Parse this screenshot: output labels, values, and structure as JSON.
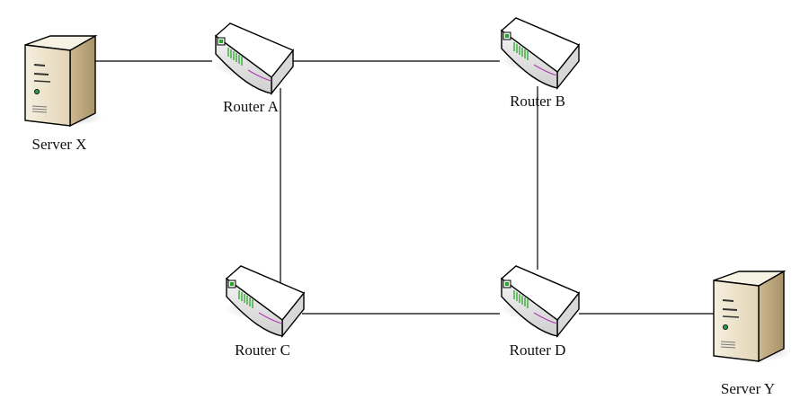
{
  "nodes": {
    "server_x": {
      "label": "Server X",
      "icon": "server-icon"
    },
    "server_y": {
      "label": "Server Y",
      "icon": "server-icon"
    },
    "router_a": {
      "label": "Router A",
      "icon": "router-icon"
    },
    "router_b": {
      "label": "Router B",
      "icon": "router-icon"
    },
    "router_c": {
      "label": "Router C",
      "icon": "router-icon"
    },
    "router_d": {
      "label": "Router D",
      "icon": "router-icon"
    }
  },
  "links": [
    {
      "from": "server_x",
      "to": "router_a"
    },
    {
      "from": "router_a",
      "to": "router_b"
    },
    {
      "from": "router_a",
      "to": "router_c"
    },
    {
      "from": "router_b",
      "to": "router_d"
    },
    {
      "from": "router_c",
      "to": "router_d"
    },
    {
      "from": "router_d",
      "to": "server_y"
    }
  ],
  "colors": {
    "link": "#000000",
    "server_front": "#efe6d3",
    "server_side": "#c9b48c",
    "server_top": "#f7f1e3",
    "router_top": "#ffffff",
    "router_front": "#e6e6e6",
    "router_led": "#2aa42a",
    "router_trim": "#b03cb0"
  }
}
